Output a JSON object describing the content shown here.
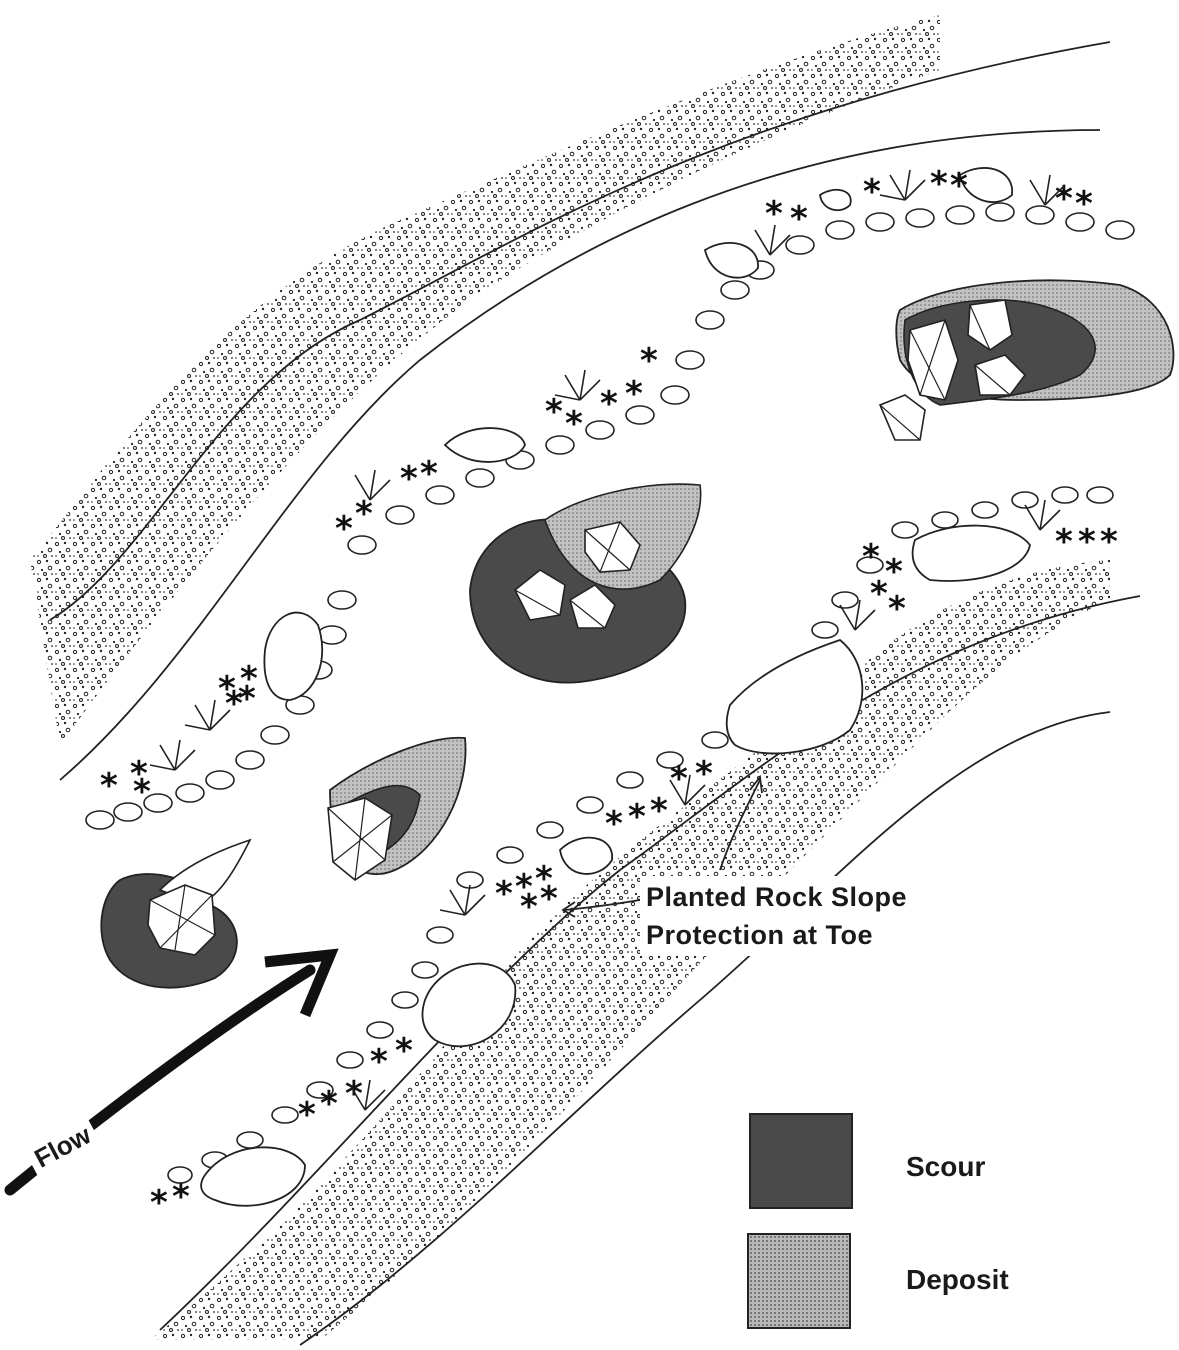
{
  "annotations": {
    "callout_line1": "Planted Rock Slope",
    "callout_line2": "Protection at Toe",
    "flow": "Flow"
  },
  "legend": {
    "scour": "Scour",
    "deposit": "Deposit"
  },
  "colors": {
    "scour": "#4a4a4a",
    "deposit": "#b9b9b9",
    "ink": "#1a1a1a",
    "background": "#ffffff"
  },
  "icons": [
    "boulder-icon",
    "shrub-asterisk-icon",
    "flow-arrow-icon"
  ]
}
